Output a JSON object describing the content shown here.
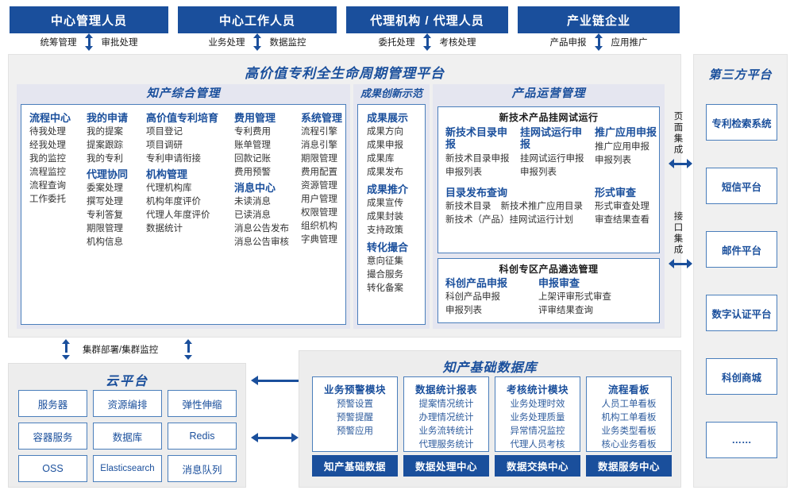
{
  "actors": [
    {
      "name": "中心管理人员",
      "ops": [
        "统筹管理",
        "审批处理"
      ]
    },
    {
      "name": "中心工作人员",
      "ops": [
        "业务处理",
        "数据监控"
      ]
    },
    {
      "name": "代理机构 / 代理人员",
      "ops": [
        "委托处理",
        "考核处理"
      ]
    },
    {
      "name": "产业链企业",
      "ops": [
        "产品申报",
        "应用推广"
      ]
    }
  ],
  "platform": {
    "title": "高价值专利全生命周期管理平台"
  },
  "groups": {
    "zhichan": {
      "title": "知产综合管理",
      "columns": [
        {
          "heads": [
            {
              "title": "流程中心",
              "items": [
                "待我处理",
                "经我处理",
                "我的监控",
                "流程监控",
                "流程查询",
                "工作委托"
              ]
            }
          ]
        },
        {
          "heads": [
            {
              "title": "我的申请",
              "items": [
                "我的提案",
                "提案跟踪",
                "我的专利"
              ]
            },
            {
              "title": "代理协同",
              "items": [
                "委案处理",
                "撰写处理",
                "专利答复",
                "期限管理",
                "机构信息"
              ]
            }
          ]
        },
        {
          "heads": [
            {
              "title": "高价值专利培育",
              "items": [
                "项目登记",
                "项目调研",
                "专利申请衔接"
              ]
            },
            {
              "title": "机构管理",
              "items": [
                "代理机构库",
                "机构年度评价",
                "代理人年度评价",
                "数据统计"
              ]
            }
          ]
        },
        {
          "heads": [
            {
              "title": "费用管理",
              "items": [
                "专利费用",
                "账单管理",
                "回款记账",
                "费用预警"
              ]
            },
            {
              "title": "消息中心",
              "items": [
                "未读消息",
                "已读消息",
                "消息公告发布",
                "消息公告审核"
              ]
            }
          ]
        },
        {
          "heads": [
            {
              "title": "系统管理",
              "items": [
                "流程引擎",
                "消息引擎",
                "期限管理",
                "费用配置",
                "资源管理",
                "用户管理",
                "权限管理",
                "组织机构",
                "字典管理"
              ]
            }
          ]
        }
      ]
    },
    "chengguo": {
      "title": "成果创新示范",
      "columns": [
        {
          "heads": [
            {
              "title": "成果展示",
              "items": [
                "成果方向",
                "成果申报",
                "成果库",
                "成果发布"
              ]
            },
            {
              "title": "成果推介",
              "items": [
                "成果宣传",
                "成果封装",
                "支持政策"
              ]
            },
            {
              "title": "转化撮合",
              "items": [
                "意向征集",
                "撮合服务",
                "转化备案"
              ]
            }
          ]
        }
      ]
    },
    "chanpin": {
      "title": "产品运营管理",
      "subboxes": [
        {
          "title": "新技术产品挂网试运行",
          "groups": [
            {
              "title": "新技术目录申报",
              "items": [
                "新技术目录申报",
                "申报列表"
              ]
            },
            {
              "title": "挂网试运行申报",
              "items": [
                "挂网试运行申报",
                "申报列表"
              ]
            },
            {
              "title": "推广应用申报",
              "items": [
                "推广应用申报",
                "申报列表"
              ]
            }
          ],
          "groups2": [
            {
              "title": "目录发布查询",
              "items": [
                "新技术目录",
                "新技术推广应用目录",
                "新技术（产品）挂网试运行计划"
              ]
            },
            {
              "title": "形式审查",
              "items": [
                "形式审查处理",
                "审查结果查看"
              ]
            }
          ]
        },
        {
          "title": "科创专区产品遴选管理",
          "groups": [
            {
              "title": "科创产品申报",
              "items": [
                "科创产品申报",
                "申报列表"
              ]
            },
            {
              "title": "申报审查",
              "items": [
                "上架评审形式审查",
                "评审结果查询"
              ]
            }
          ]
        }
      ]
    }
  },
  "integration": {
    "page": "页面集成",
    "api": "接口集成"
  },
  "third_party": {
    "title": "第三方平台",
    "items": [
      "专利检索系统",
      "短信平台",
      "邮件平台",
      "数字认证平台",
      "科创商城",
      "……"
    ]
  },
  "cluster": {
    "label": "集群部署/集群监控"
  },
  "cloud": {
    "title": "云平台",
    "cells": [
      "服务器",
      "资源编排",
      "弹性伸缩",
      "容器服务",
      "数据库",
      "Redis",
      "OSS",
      "Elasticsearch",
      "消息队列"
    ]
  },
  "database": {
    "title": "知产基础数据库",
    "columns": [
      {
        "head": "业务预警模块",
        "items": [
          "预警设置",
          "预警提醒",
          "预警应用"
        ],
        "foot": "知产基础数据"
      },
      {
        "head": "数据统计报表",
        "items": [
          "提案情况统计",
          "办理情况统计",
          "业务流转统计",
          "代理服务统计"
        ],
        "foot": "数据处理中心"
      },
      {
        "head": "考核统计模块",
        "items": [
          "业务处理时效",
          "业务处理质量",
          "异常情况监控",
          "代理人员考核"
        ],
        "foot": "数据交换中心"
      },
      {
        "head": "流程看板",
        "items": [
          "人员工单看板",
          "机构工单看板",
          "业务类型看板",
          "核心业务看板"
        ],
        "foot": "数据服务中心"
      }
    ]
  },
  "colors": {
    "brand": "#1a4f9c",
    "border": "#4a7ebb",
    "panel": "#f0f0f0",
    "group_head": "#e5e6f0"
  }
}
